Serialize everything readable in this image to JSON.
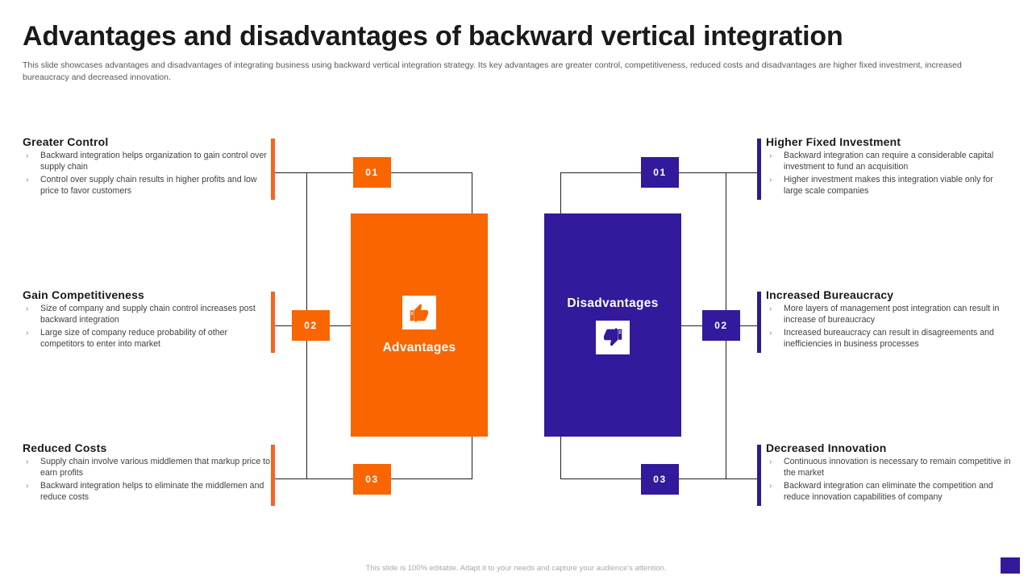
{
  "header": {
    "title": "Advantages and disadvantages of backward vertical integration",
    "subtitle": "This slide showcases advantages and disadvantages of integrating business using backward vertical integration strategy. Its key advantages are greater control, competitiveness, reduced costs and disadvantages are higher fixed investment, increased bureaucracy and decreased innovation."
  },
  "colors": {
    "advantages_accent": "#F96500",
    "disadvantages_accent": "#33199B",
    "accent_bar_orange": "#F26522",
    "accent_bar_purple": "#2E1A8F",
    "connector_line": "#231f20",
    "title_text": "#1a1a1a",
    "body_text": "#404041",
    "footer_text": "#a7a9ac"
  },
  "advantages": {
    "panel_label": "Advantages",
    "icon": "thumbs-up-icon",
    "items": [
      {
        "number": "01",
        "heading": "Greater Control",
        "bullets": [
          "Backward integration helps organization to gain control over supply chain",
          "Control over supply chain results in higher profits and low price to favor customers"
        ]
      },
      {
        "number": "02",
        "heading": "Gain Competitiveness",
        "bullets": [
          "Size of company and supply chain control increases post backward integration",
          "Large size of company reduce probability of other competitors to enter into market"
        ]
      },
      {
        "number": "03",
        "heading": "Reduced Costs",
        "bullets": [
          "Supply chain involve various middlemen that markup price to earn profits",
          "Backward integration helps to eliminate the middlemen and reduce costs"
        ]
      }
    ]
  },
  "disadvantages": {
    "panel_label": "Disadvantages",
    "icon": "thumbs-down-icon",
    "items": [
      {
        "number": "01",
        "heading": "Higher Fixed Investment",
        "bullets": [
          "Backward integration can require a considerable capital investment to fund an acquisition",
          "Higher investment makes this integration viable only for large scale companies"
        ]
      },
      {
        "number": "02",
        "heading": "Increased Bureaucracy",
        "bullets": [
          "More layers of management post integration can result in increase of bureaucracy",
          "Increased bureaucracy can result in disagreements and inefficiencies in business processes"
        ]
      },
      {
        "number": "03",
        "heading": "Decreased Innovation",
        "bullets": [
          "Continuous innovation is necessary to remain competitive in the market",
          "Backward integration can eliminate the competition and reduce innovation capabilities of company"
        ]
      }
    ]
  },
  "bullet_glyph": "›",
  "footer": {
    "note": "This slide is 100% editable. Adapt it to your needs and capture your audience's attention."
  }
}
